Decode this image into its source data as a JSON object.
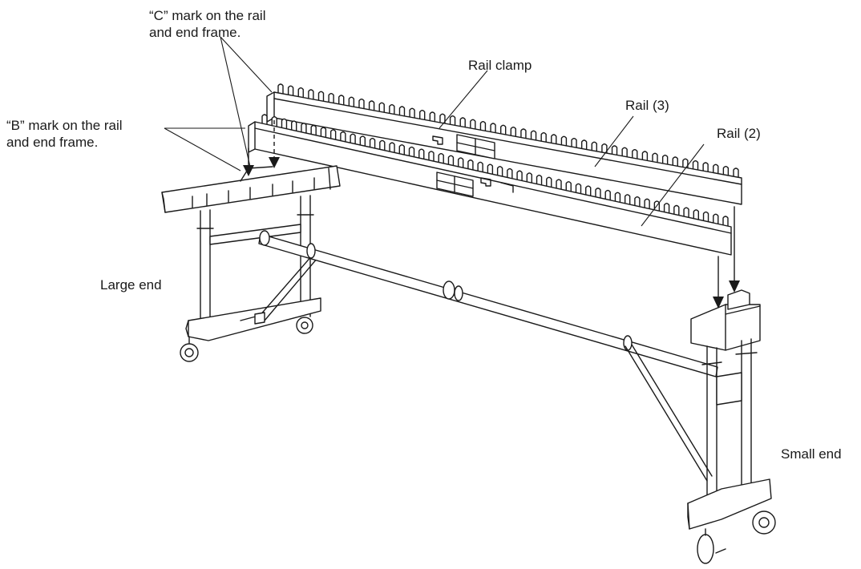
{
  "labels": {
    "c_mark_line1": "“C” mark on the rail",
    "c_mark_line2": "and end frame.",
    "b_mark_line1": "“B” mark on the rail",
    "b_mark_line2": "and end frame.",
    "rail_clamp": "Rail clamp",
    "rail_3": "Rail (3)",
    "rail_2": "Rail (2)",
    "large_end": "Large end",
    "small_end": "Small end"
  },
  "colors": {
    "line": "#1a1a1a",
    "background": "#ffffff"
  }
}
